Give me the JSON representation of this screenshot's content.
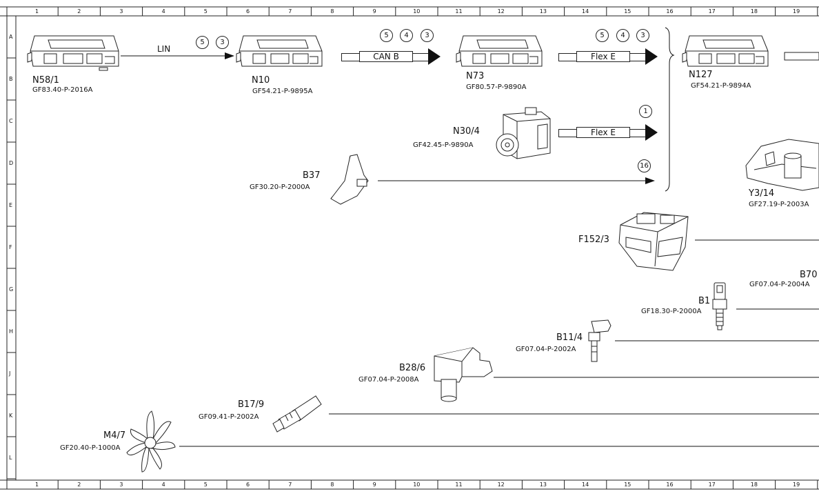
{
  "grid": {
    "columns": [
      "1",
      "2",
      "3",
      "4",
      "5",
      "6",
      "7",
      "8",
      "9",
      "10",
      "11",
      "12",
      "13",
      "14",
      "15",
      "16",
      "17",
      "18",
      "19"
    ],
    "rows": [
      "A",
      "B",
      "C",
      "D",
      "E",
      "F",
      "G",
      "H",
      "J",
      "K",
      "L"
    ]
  },
  "components": {
    "n58_1": {
      "name": "N58/1",
      "code": "GF83.40-P-2016A"
    },
    "n10": {
      "name": "N10",
      "code": "GF54.21-P-9895A"
    },
    "n73": {
      "name": "N73",
      "code": "GF80.57-P-9890A"
    },
    "n127": {
      "name": "N127",
      "code": "GF54.21-P-9894A"
    },
    "n30_4": {
      "name": "N30/4",
      "code": "GF42.45-P-9890A"
    },
    "b37": {
      "name": "B37",
      "code": "GF30.20-P-2000A"
    },
    "y3_14": {
      "name": "Y3/14",
      "code": "GF27.19-P-2003A"
    },
    "f152_3": {
      "name": "F152/3",
      "code": ""
    },
    "b70": {
      "name": "B70",
      "code": "GF07.04-P-2004A"
    },
    "b1": {
      "name": "B1",
      "code": "GF18.30-P-2000A"
    },
    "b11_4": {
      "name": "B11/4",
      "code": "GF07.04-P-2002A"
    },
    "b28_6": {
      "name": "B28/6",
      "code": "GF07.04-P-2008A"
    },
    "b17_9": {
      "name": "B17/9",
      "code": "GF09.41-P-2002A"
    },
    "m4_7": {
      "name": "M4/7",
      "code": "GF20.40-P-1000A"
    }
  },
  "connections": {
    "lin": {
      "label": "LIN",
      "refs": [
        "5",
        "3"
      ]
    },
    "can_b": {
      "label": "CAN B",
      "refs": [
        "5",
        "4",
        "3"
      ]
    },
    "flex_e_1": {
      "label": "Flex E",
      "refs": [
        "5",
        "4",
        "3"
      ]
    },
    "flex_e_2": {
      "label": "Flex E",
      "refs": [
        "1"
      ]
    },
    "b37_line": {
      "refs": [
        "16"
      ]
    }
  }
}
